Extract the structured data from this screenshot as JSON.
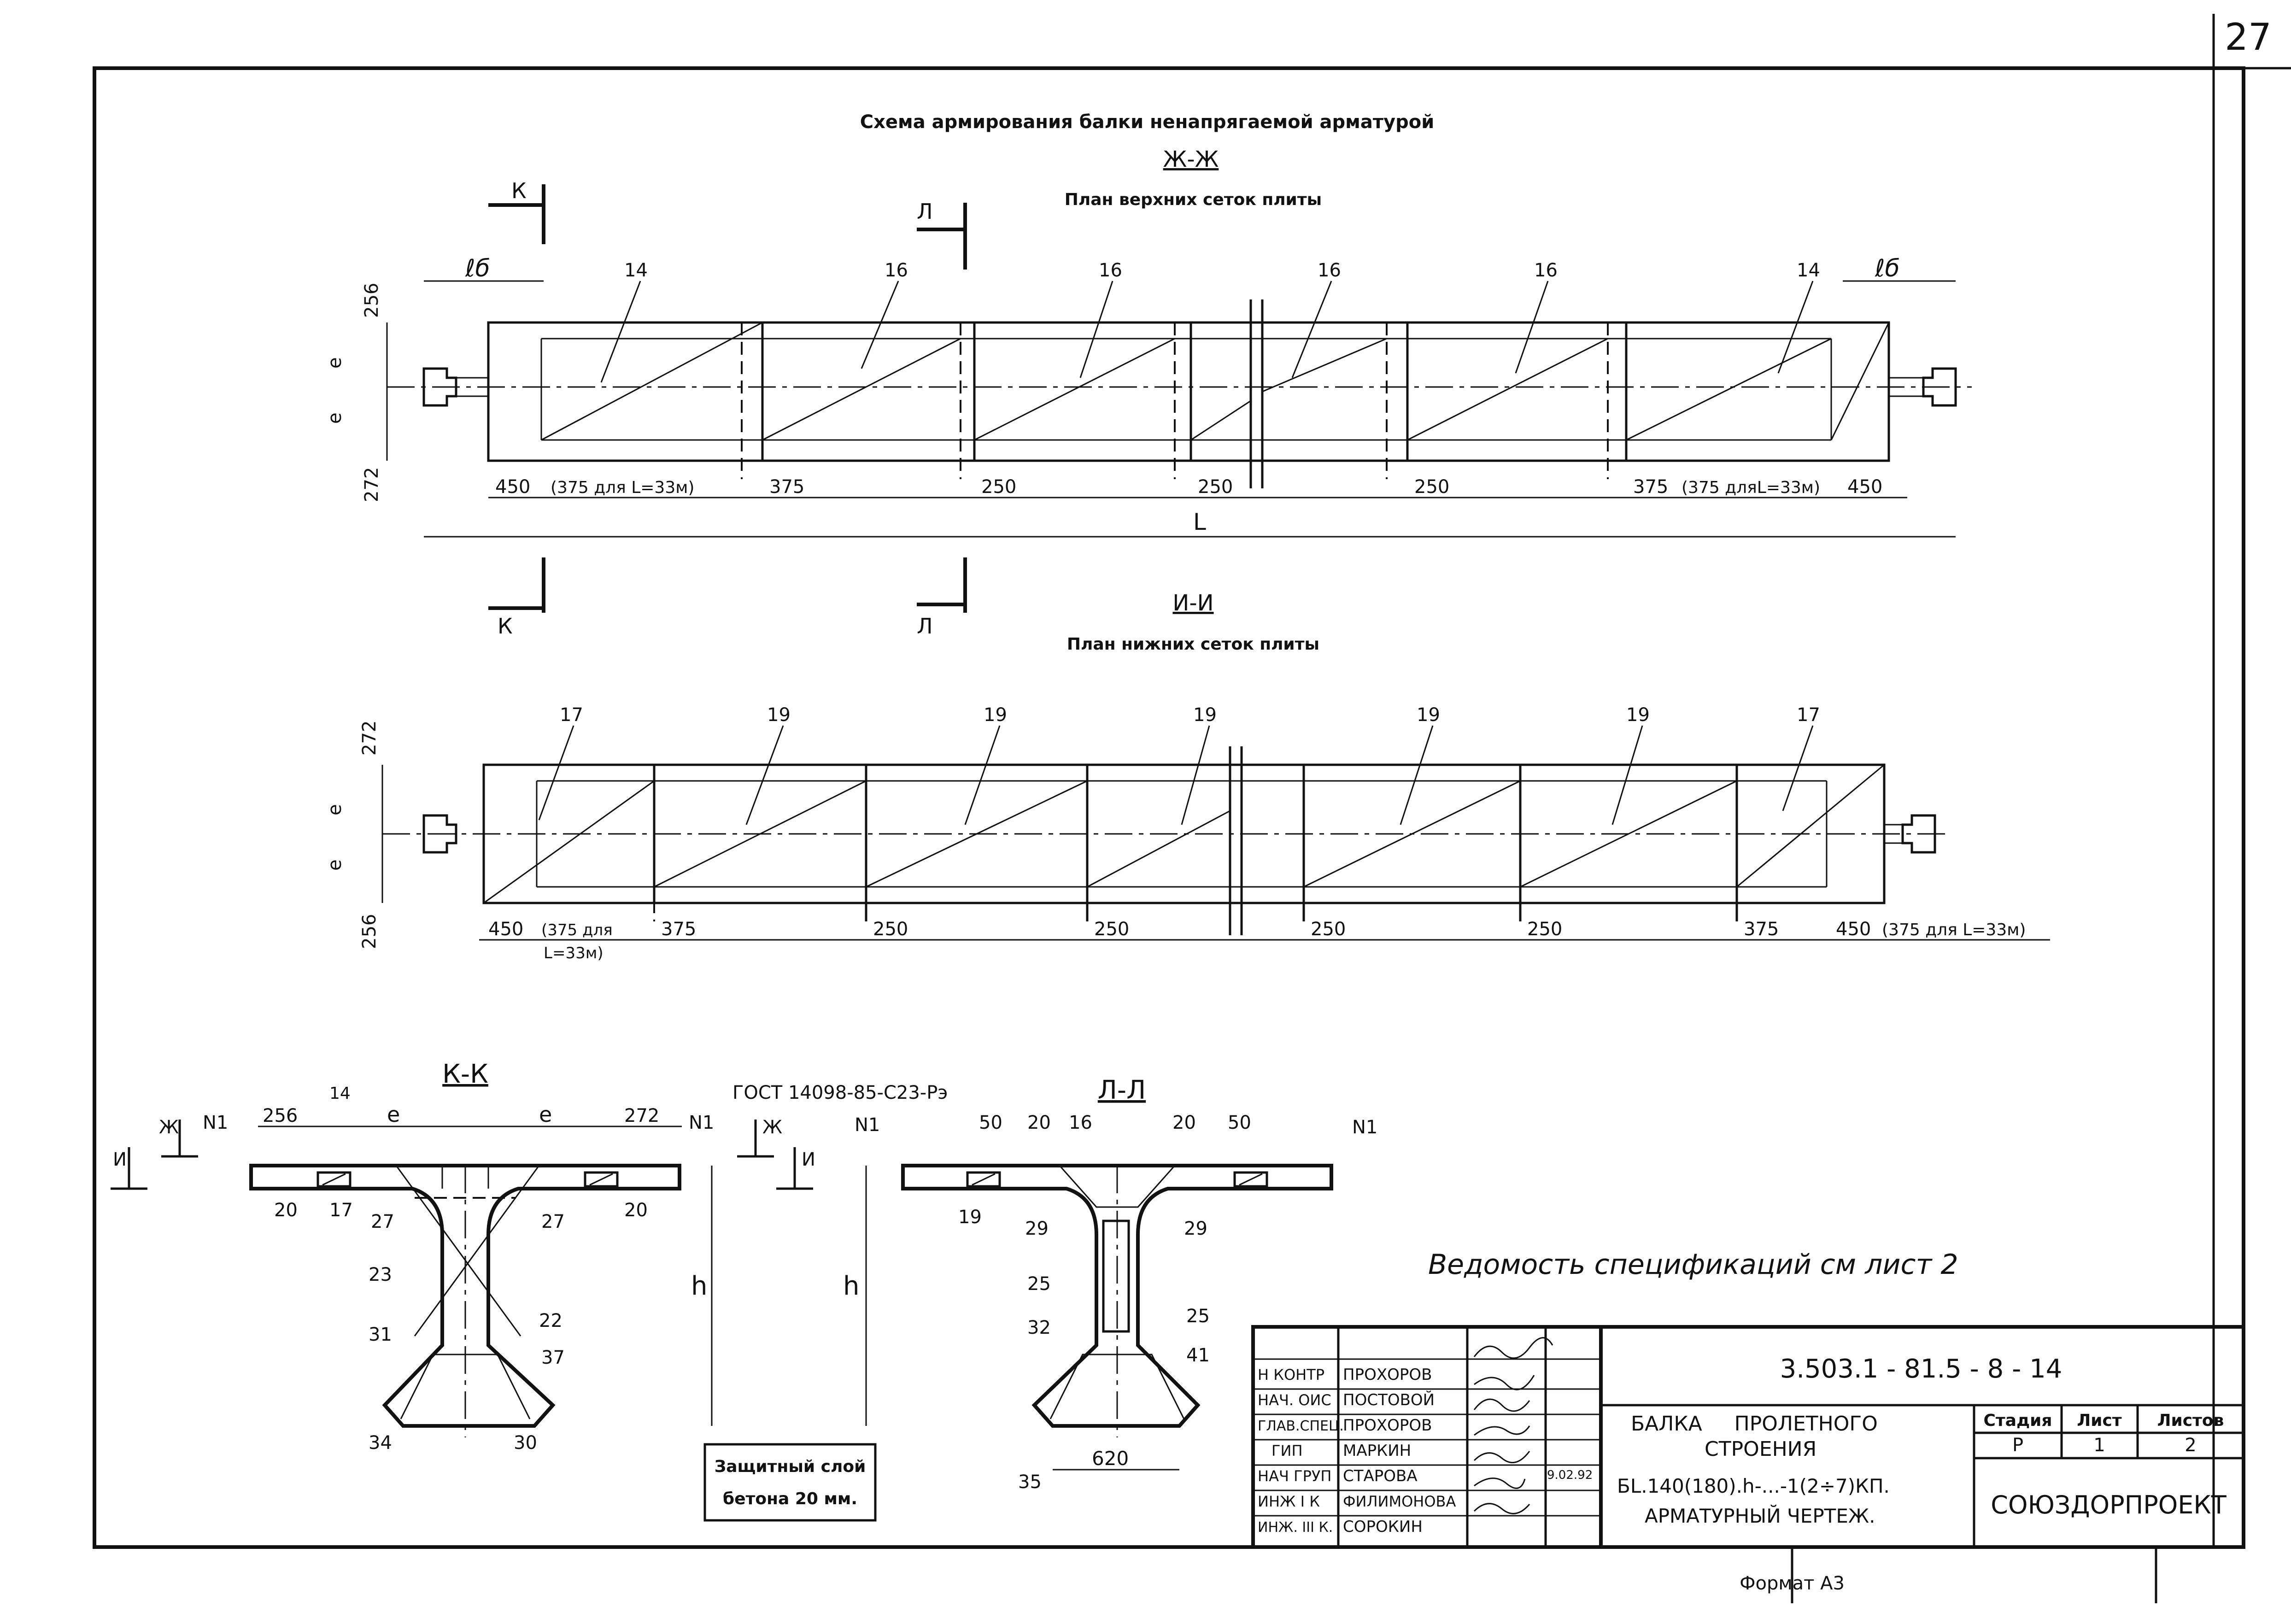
{
  "sheet": {
    "page_number": "27",
    "format": "Формат А3"
  },
  "title": {
    "main": "Схема армирования балки ненапрягаемой арматурой",
    "section_zh": "Ж-Ж",
    "plan_top": "План верхних сеток плиты",
    "section_i": "И-И",
    "plan_bottom": "План нижних сеток плиты"
  },
  "plan_top": {
    "cut_labels": {
      "k": "К",
      "l": "Л"
    },
    "lb_label": "ℓб",
    "left_dims": [
      "256",
      "е",
      "е",
      "272"
    ],
    "mark_labels": [
      "14",
      "16",
      "16",
      "16",
      "16",
      "14"
    ],
    "bottom_dims": [
      "450",
      "(375 для L=33м)",
      "375",
      "250",
      "250",
      "250",
      "375",
      "(375 дляL=33м)",
      "450"
    ],
    "length_label": "L"
  },
  "plan_bottom": {
    "left_dims": [
      "272",
      "е",
      "е",
      "256"
    ],
    "mark_labels": [
      "17",
      "19",
      "19",
      "19",
      "19",
      "19",
      "17"
    ],
    "bottom_dims": [
      "450",
      "(375 для",
      "L=33м)",
      "375",
      "250",
      "250",
      "250",
      "250",
      "375",
      "450",
      "(375 для L=33м)"
    ]
  },
  "section_kk": {
    "title": "К-К",
    "gost": "ГОСТ 14098-85-С23-Рэ",
    "top_labels": [
      "N1",
      "256",
      "14",
      "е",
      "е",
      "272",
      "N1"
    ],
    "cut_labels": [
      "Ж",
      "И",
      "Ж",
      "И"
    ],
    "marks": [
      "20",
      "17",
      "27",
      "27",
      "20",
      "23",
      "22",
      "31",
      "37",
      "34",
      "30"
    ],
    "height": "h"
  },
  "section_ll": {
    "title": "Л-Л",
    "top_labels": [
      "N1",
      "50",
      "20",
      "16",
      "20",
      "50",
      "N1"
    ],
    "marks": [
      "19",
      "29",
      "29",
      "25",
      "25",
      "32",
      "41",
      "35"
    ],
    "height": "h",
    "width": "620"
  },
  "note": {
    "cover_line1": "Защитный слой",
    "cover_line2": "бетона 20 мм.",
    "spec_ref": "Ведомость спецификаций см лист 2"
  },
  "title_block": {
    "doc_code": "3.503.1 - 81.5 - 8 - 14",
    "roles": [
      "Н КОНТР",
      "НАЧ. ОИС",
      "ГЛАВ.СПЕЦ.",
      "ГИП",
      "НАЧ ГРУП",
      "ИНЖ I К",
      "ИНЖ. III К."
    ],
    "names": [
      "ПРОХОРОВ",
      "ПОСТОВОЙ",
      "ПРОХОРОВ",
      "МАРКИН",
      "СТАРОВА",
      "ФИЛИМОНОВА",
      "СОРОКИН"
    ],
    "date": "9.02.92",
    "name_line1": "БАЛКА     ПРОЛЕТНОГО",
    "name_line2": "СТРОЕНИЯ",
    "name_line3": "БL.140(180).h-...-1(2÷7)КП.",
    "name_line4": "АРМАТУРНЫЙ ЧЕРТЕЖ.",
    "stage_header": "Стадия",
    "sheet_header": "Лист",
    "sheets_header": "Листов",
    "stage": "Р",
    "sheet": "1",
    "sheets": "2",
    "org": "СОЮЗДОРПРОЕКТ"
  }
}
